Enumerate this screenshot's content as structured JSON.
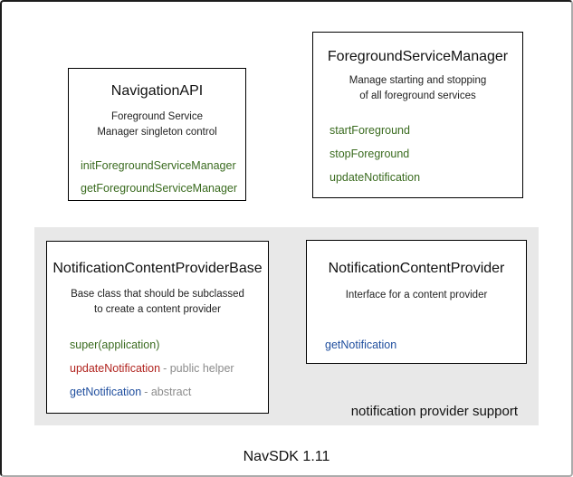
{
  "diagram": {
    "version_label": "NavSDK 1.11",
    "group_label": "notification provider support"
  },
  "colors": {
    "green": "#3a6b1f",
    "red": "#b1241f",
    "blue": "#1f4e9e",
    "suffix_gray": "#8c8c8c",
    "panel_gray": "#e8e8e8",
    "box_border": "#000000"
  },
  "boxes": [
    {
      "id": "navigation-api",
      "title": "NavigationAPI",
      "description_lines": [
        "Foreground Service",
        "Manager singleton control"
      ],
      "methods": [
        {
          "name": "initForegroundServiceManager",
          "color": "green",
          "suffix": ""
        },
        {
          "name": "getForegroundServiceManager",
          "color": "green",
          "suffix": ""
        }
      ]
    },
    {
      "id": "foreground-service-manager",
      "title": "ForegroundServiceManager",
      "description_lines": [
        "Manage starting and stopping",
        "of all foreground services"
      ],
      "methods": [
        {
          "name": "startForeground",
          "color": "green",
          "suffix": ""
        },
        {
          "name": "stopForeground",
          "color": "green",
          "suffix": ""
        },
        {
          "name": "updateNotification",
          "color": "green",
          "suffix": ""
        }
      ]
    },
    {
      "id": "notification-content-provider-base",
      "title": "NotificationContentProviderBase",
      "description_lines": [
        "Base class that should be subclassed",
        "to create a content provider"
      ],
      "methods": [
        {
          "name": "super(application)",
          "color": "green",
          "suffix": ""
        },
        {
          "name": "updateNotification",
          "color": "red",
          "suffix": "- public helper"
        },
        {
          "name": "getNotification",
          "color": "blue",
          "suffix": "- abstract"
        }
      ]
    },
    {
      "id": "notification-content-provider",
      "title": "NotificationContentProvider",
      "description_lines": [
        "Interface for a content provider"
      ],
      "methods": [
        {
          "name": "getNotification",
          "color": "blue",
          "suffix": ""
        }
      ]
    }
  ]
}
